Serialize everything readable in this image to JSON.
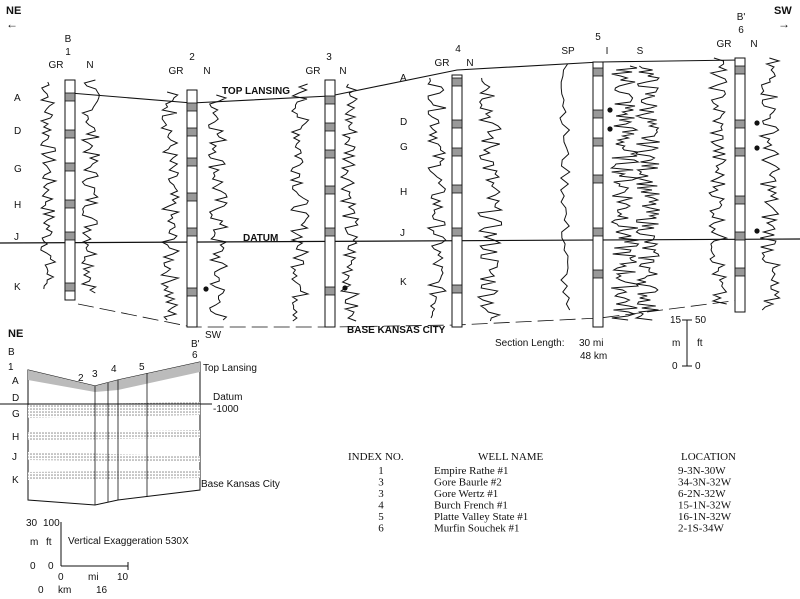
{
  "orientation": {
    "left": "NE",
    "right": "SW",
    "left_arrow": "←",
    "right_arrow": "→"
  },
  "section": {
    "top_label": "TOP LANSING",
    "datum_label": "DATUM",
    "base_label": "BASE KANSAS CITY",
    "zone_letters_left": [
      "A",
      "D",
      "G",
      "H",
      "J",
      "K"
    ],
    "zone_letters_mid": [
      "A",
      "D",
      "G",
      "H",
      "J",
      "K"
    ],
    "wells": [
      {
        "num": "1",
        "marker": "B",
        "logs": [
          "GR",
          "N"
        ],
        "bottom": ""
      },
      {
        "num": "2",
        "marker": "",
        "logs": [
          "GR",
          "N"
        ],
        "bottom": "SW"
      },
      {
        "num": "3",
        "marker": "",
        "logs": [
          "GR",
          "N"
        ],
        "bottom": ""
      },
      {
        "num": "4",
        "marker": "",
        "logs": [
          "GR",
          "N"
        ],
        "bottom": ""
      },
      {
        "num": "5",
        "marker": "",
        "logs": [
          "SP",
          "I",
          "S"
        ],
        "bottom": ""
      },
      {
        "num": "6",
        "marker": "B'",
        "logs": [
          "GR",
          "N"
        ],
        "bottom": ""
      }
    ],
    "b_prime_bottom": "B'",
    "length_label": "Section Length:",
    "length_mi": "30 mi",
    "length_km": "48 km",
    "scale": {
      "m_top": "15",
      "ft_top": "50",
      "m": "m",
      "ft": "ft",
      "m_bottom": "0",
      "ft_bottom": "0"
    }
  },
  "index_map": {
    "ne": "NE",
    "b": "B",
    "b_num": "1",
    "b_prime": "B'",
    "b_prime_num": "6",
    "well_nums": [
      "2",
      "3",
      "4",
      "5"
    ],
    "zones": [
      "A",
      "D",
      "G",
      "H",
      "J",
      "K"
    ],
    "top_label": "Top Lansing",
    "datum_label": "Datum",
    "datum_value": "-1000",
    "base_label": "Base Kansas City",
    "v_scale": {
      "m_top": "30",
      "ft_top": "100",
      "m": "m",
      "ft": "ft",
      "m_bottom": "0",
      "ft_bottom": "0"
    },
    "vert_exag": "Vertical Exaggeration 530X",
    "h_scale": {
      "zero_mi": "0",
      "mi": "mi",
      "ten": "10",
      "zero_km": "0",
      "km": "km",
      "sixteen": "16"
    }
  },
  "well_table": {
    "headers": {
      "index": "INDEX NO.",
      "name": "WELL NAME",
      "location": "LOCATION"
    },
    "rows": [
      {
        "index": "1",
        "name": "Empire Rathe #1",
        "location": "9-3N-30W"
      },
      {
        "index": "3",
        "name": "Gore Baurle #2",
        "location": "34-3N-32W"
      },
      {
        "index": "3",
        "name": "Gore Wertz #1",
        "location": "6-2N-32W"
      },
      {
        "index": "4",
        "name": "Burch French #1",
        "location": "15-1N-32W"
      },
      {
        "index": "5",
        "name": "Platte Valley State #1",
        "location": "16-1N-32W"
      },
      {
        "index": "6",
        "name": "Murfin Souchek #1",
        "location": "2-1S-34W"
      }
    ]
  }
}
